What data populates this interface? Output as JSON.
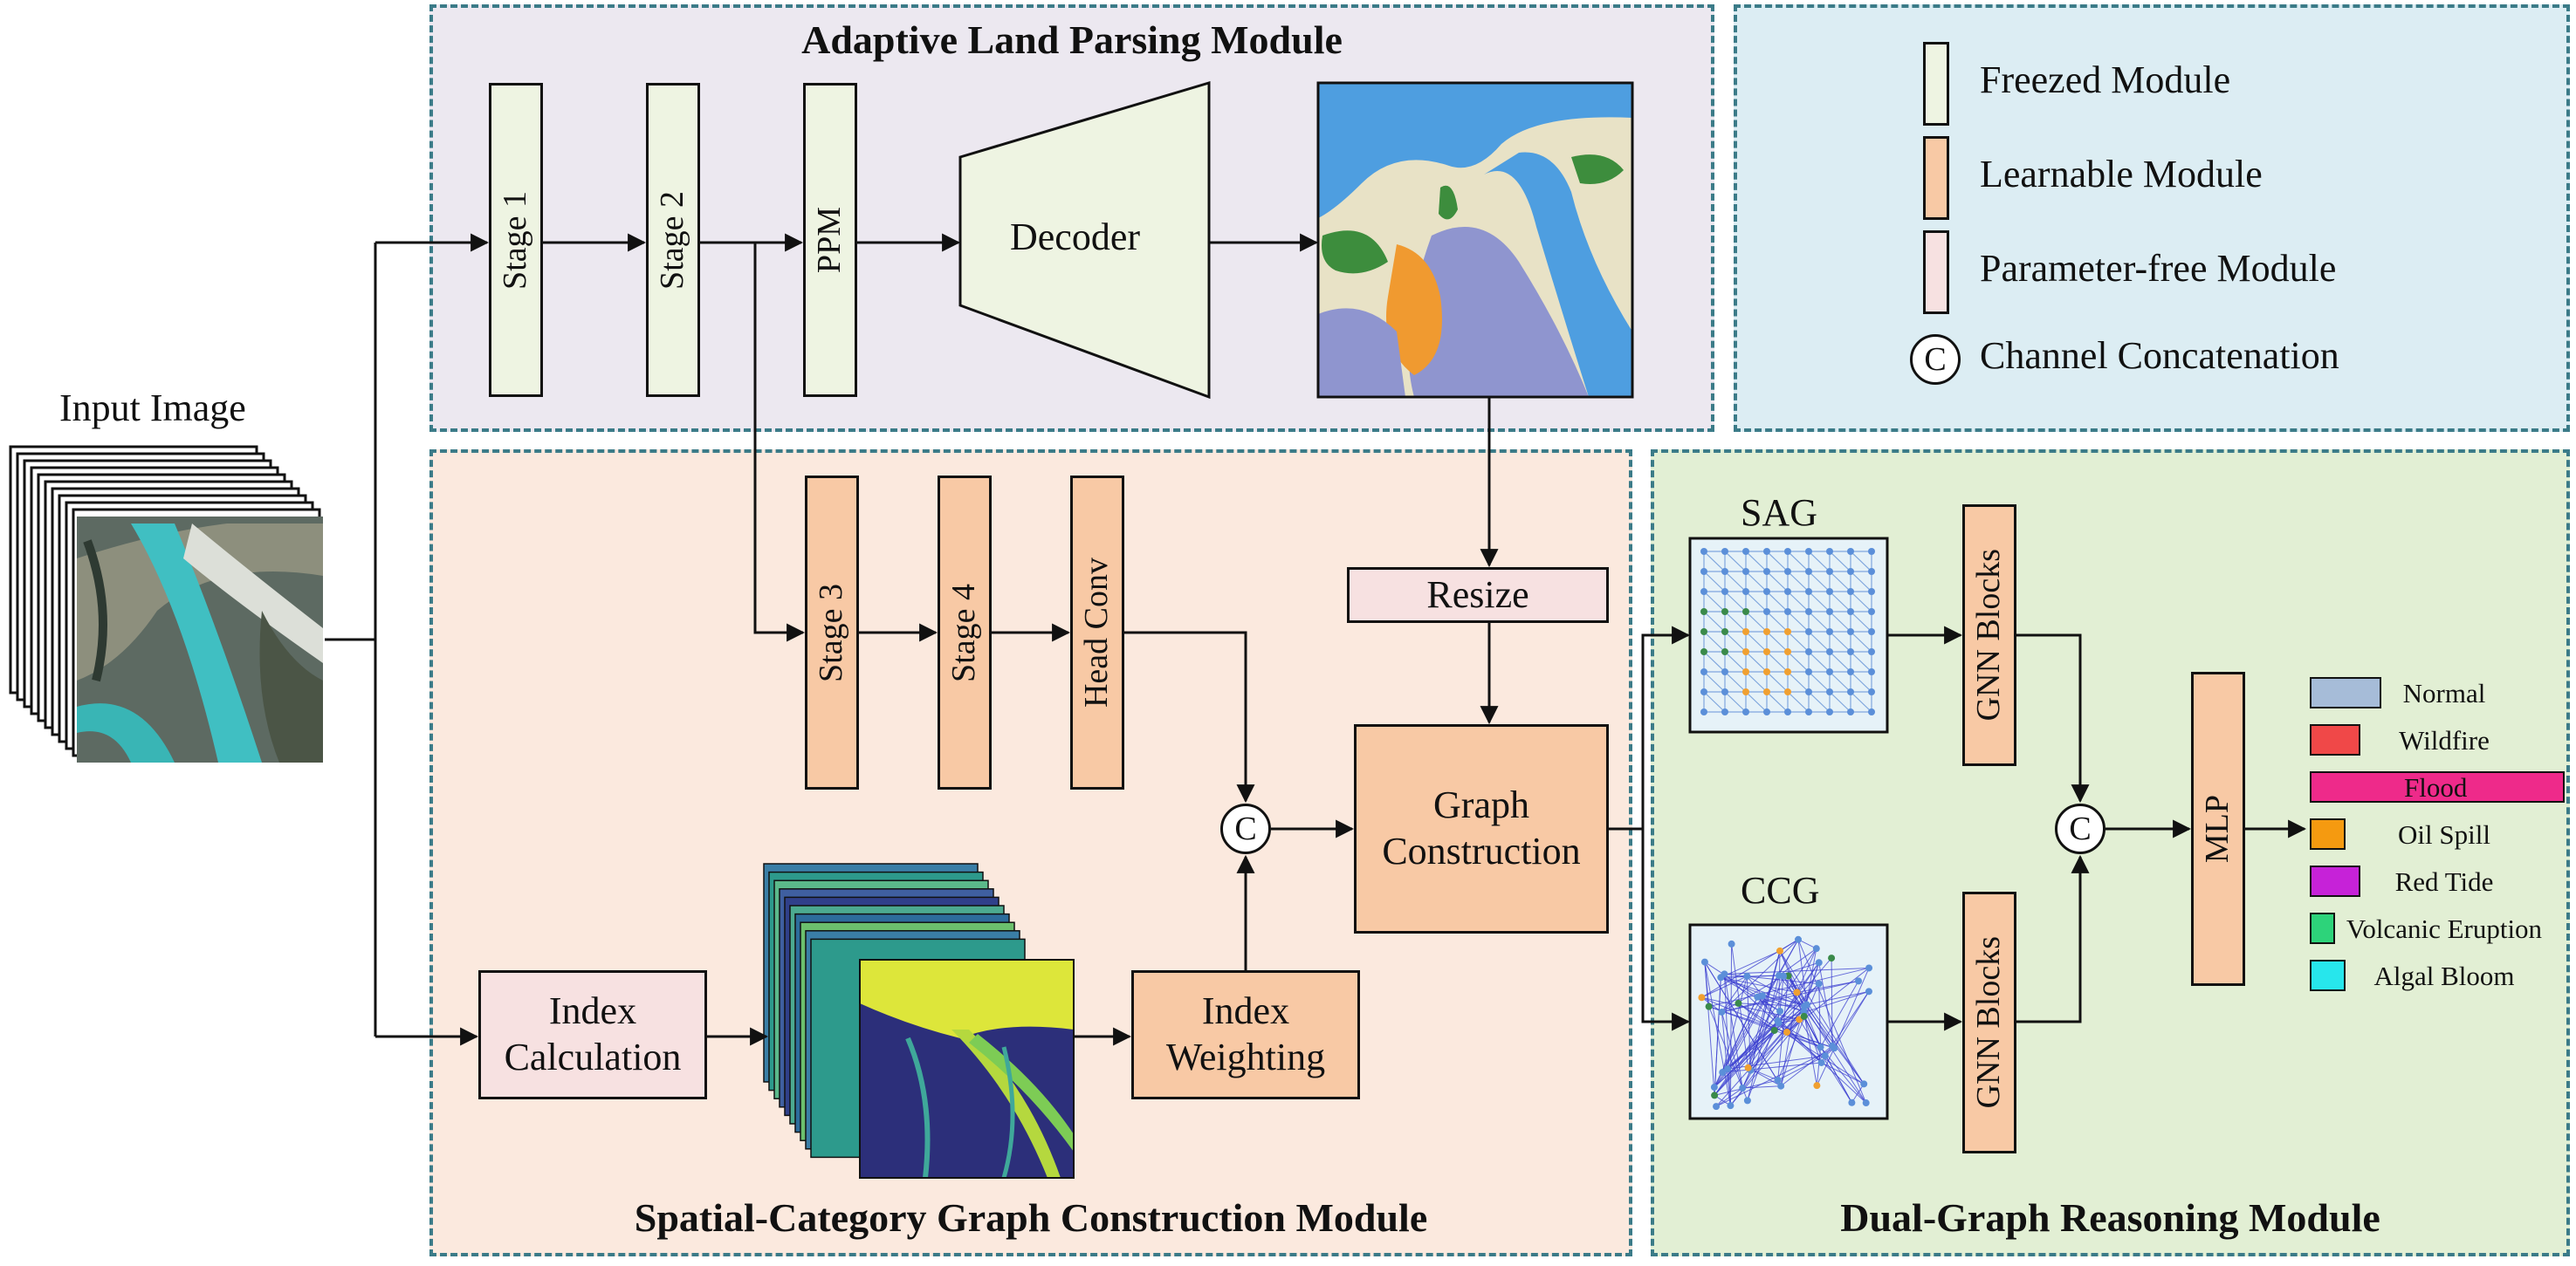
{
  "modules": {
    "alp": "Adaptive Land Parsing Module",
    "scgc": "Spatial-Category Graph Construction Module",
    "dgr": "Dual-Graph Reasoning Module"
  },
  "input_label": "Input Image",
  "blocks": {
    "stage1": "Stage 1",
    "stage2": "Stage 2",
    "ppm": "PPM",
    "decoder": "Decoder",
    "stage3": "Stage 3",
    "stage4": "Stage 4",
    "head_conv": "Head Conv",
    "resize": "Resize",
    "graph_construction": "Graph Construction",
    "index_calculation": "Index Calculation",
    "index_weighting": "Index Weighting",
    "gnn_sag": "GNN Blocks",
    "gnn_ccg": "GNN Blocks",
    "mlp": "MLP"
  },
  "graph_labels": {
    "sag": "SAG",
    "ccg": "CCG"
  },
  "concat_symbol": "C",
  "legend": {
    "frozen": "Freezed Module",
    "learnable": "Learnable Module",
    "param_free": "Parameter-free Module",
    "concat": "Channel Concatenation"
  },
  "outputs": [
    {
      "label": "Normal",
      "color": "#a6bcd8",
      "score": 0.28
    },
    {
      "label": "Wildfire",
      "color": "#f04848",
      "score": 0.2
    },
    {
      "label": "Flood",
      "color": "#ee2a8a",
      "score": 1.0
    },
    {
      "label": "Oil Spill",
      "color": "#f59a10",
      "score": 0.14
    },
    {
      "label": "Red Tide",
      "color": "#c622d8",
      "score": 0.2
    },
    {
      "label": "Volcanic Eruption",
      "color": "#2dd37a",
      "score": 0.1
    },
    {
      "label": "Algal Bloom",
      "color": "#27e6ec",
      "score": 0.14
    }
  ],
  "colors": {
    "frozen": "#eef4e2",
    "learnable": "#f8c9a5",
    "param_free": "#f7e1e1",
    "alp_bg": "#ece8f0",
    "scgc_bg": "#fbe9de",
    "dgr_bg": "#e2efd4",
    "legend_bg": "#dcedf3",
    "border": "#3b7b88"
  }
}
